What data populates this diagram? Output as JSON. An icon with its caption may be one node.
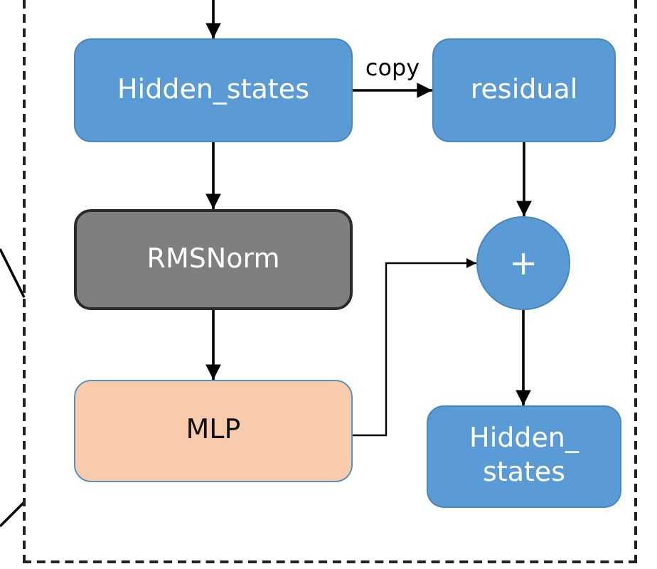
{
  "diagram": {
    "nodes": [
      {
        "text": [],
        "shape": "box"
      },
      {
        "text": [
          "Hidden_states"
        ],
        "in": 0
      },
      {
        "text": [
          "residual"
        ],
        "in": 0
      },
      {
        "text": [
          "RMSNorm"
        ],
        "in": 0
      },
      {
        "text": [
          "+"
        ],
        "in": 0
      },
      {
        "text": [
          "MLP"
        ],
        "in": 0
      },
      {
        "text": [
          "Hidden_ states"
        ],
        "in": 0
      }
    ],
    "edges": [
      {
        "from": null,
        "to": 1,
        "arrow": "to"
      },
      {
        "from": 1,
        "to": 2,
        "arrow": "to",
        "label": "copy"
      },
      {
        "from": 1,
        "to": 3,
        "arrow": "to"
      },
      {
        "from": 2,
        "to": 4,
        "arrow": "to"
      },
      {
        "from": 3,
        "to": 5,
        "arrow": "to"
      },
      {
        "from": 5,
        "to": 4,
        "arrow": "to"
      },
      {
        "from": 4,
        "to": 6,
        "arrow": "to"
      },
      {
        "from": null,
        "to": 0,
        "arrow": "none"
      },
      {
        "from": null,
        "to": 0,
        "arrow": "none"
      }
    ]
  }
}
